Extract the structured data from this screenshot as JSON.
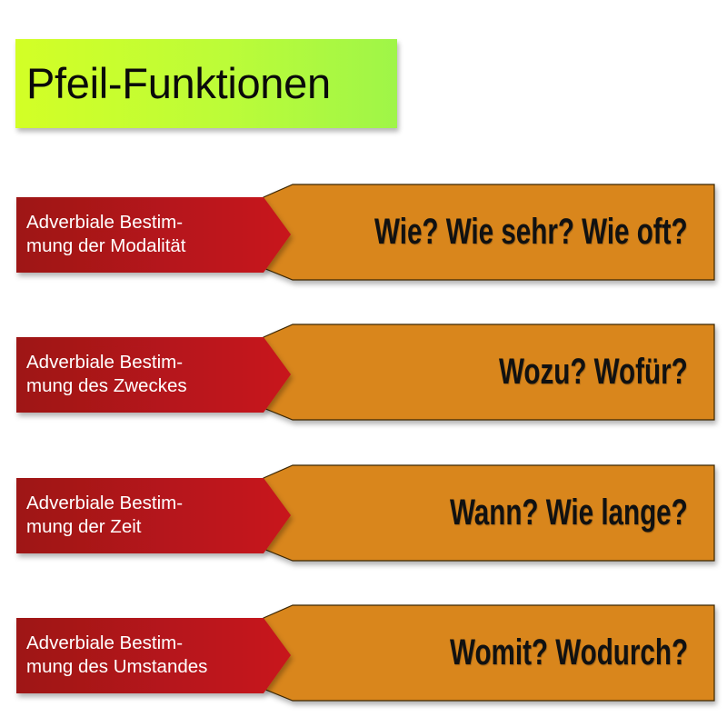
{
  "title": "Pfeil-Funktionen",
  "colors": {
    "title_gradient_start": "#d3ff26",
    "title_gradient_end": "#9ff548",
    "label_red_dark": "#9e1418",
    "label_red_light": "#c8141c",
    "answer_orange": "#d9861e",
    "answer_border": "#3a2605"
  },
  "rows": [
    {
      "label_line1": "Adverbiale Bestim-",
      "label_line2": "mung der Modalität",
      "answer": "Wie? Wie sehr? Wie oft?"
    },
    {
      "label_line1": "Adverbiale Bestim-",
      "label_line2": "mung des Zweckes",
      "answer": "Wozu? Wofür?"
    },
    {
      "label_line1": "Adverbiale Bestim-",
      "label_line2": "mung der Zeit",
      "answer": "Wann? Wie lange?"
    },
    {
      "label_line1": "Adverbiale Bestim-",
      "label_line2": "mung des Umstandes",
      "answer": "Womit? Wodurch?"
    }
  ]
}
